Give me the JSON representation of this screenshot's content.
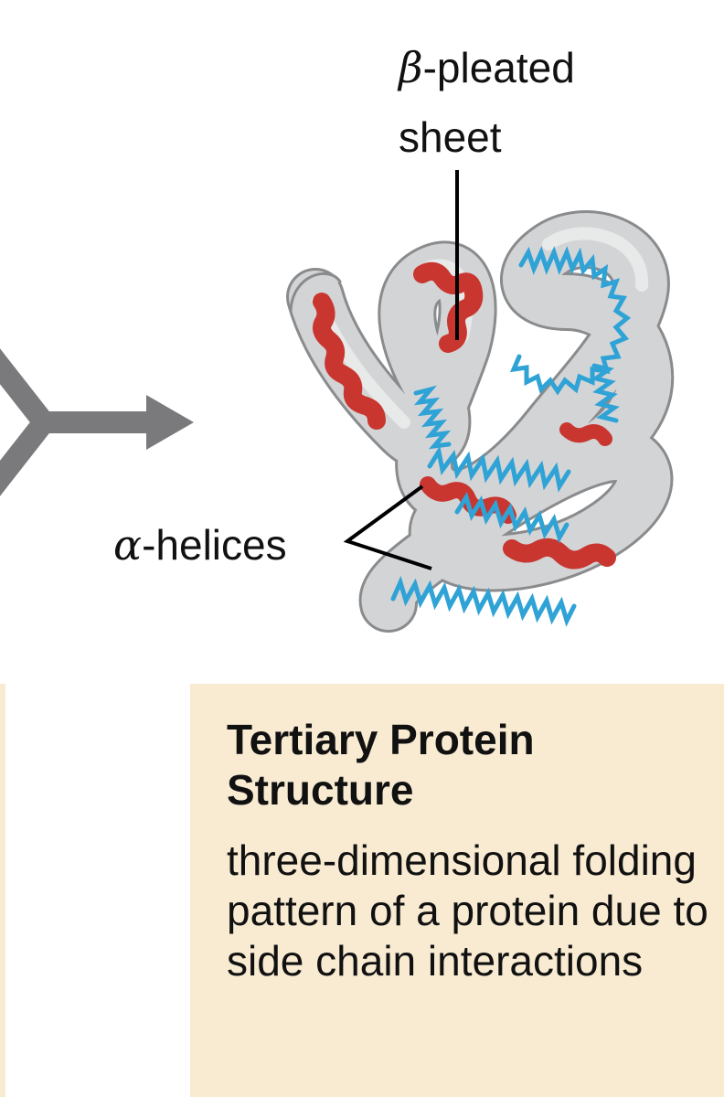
{
  "labels": {
    "beta_symbol": "β",
    "beta_text_line1": "-pleated",
    "beta_text_line2": "sheet",
    "alpha_symbol": "α",
    "alpha_text": "-helices"
  },
  "info_box": {
    "title": "Tertiary Protein Structure",
    "description": "three-dimensional folding pattern of a protein due to side chain interactions"
  },
  "colors": {
    "background": "#ffffff",
    "info_box_fill": "#f8ebd2",
    "arrow_gray": "#7a7a7c",
    "tube_fill": "#cfd0d2",
    "tube_outline": "#8a8b8d",
    "sheet_red": "#c8362f",
    "helix_blue": "#2fa3d6",
    "text": "#111111"
  }
}
